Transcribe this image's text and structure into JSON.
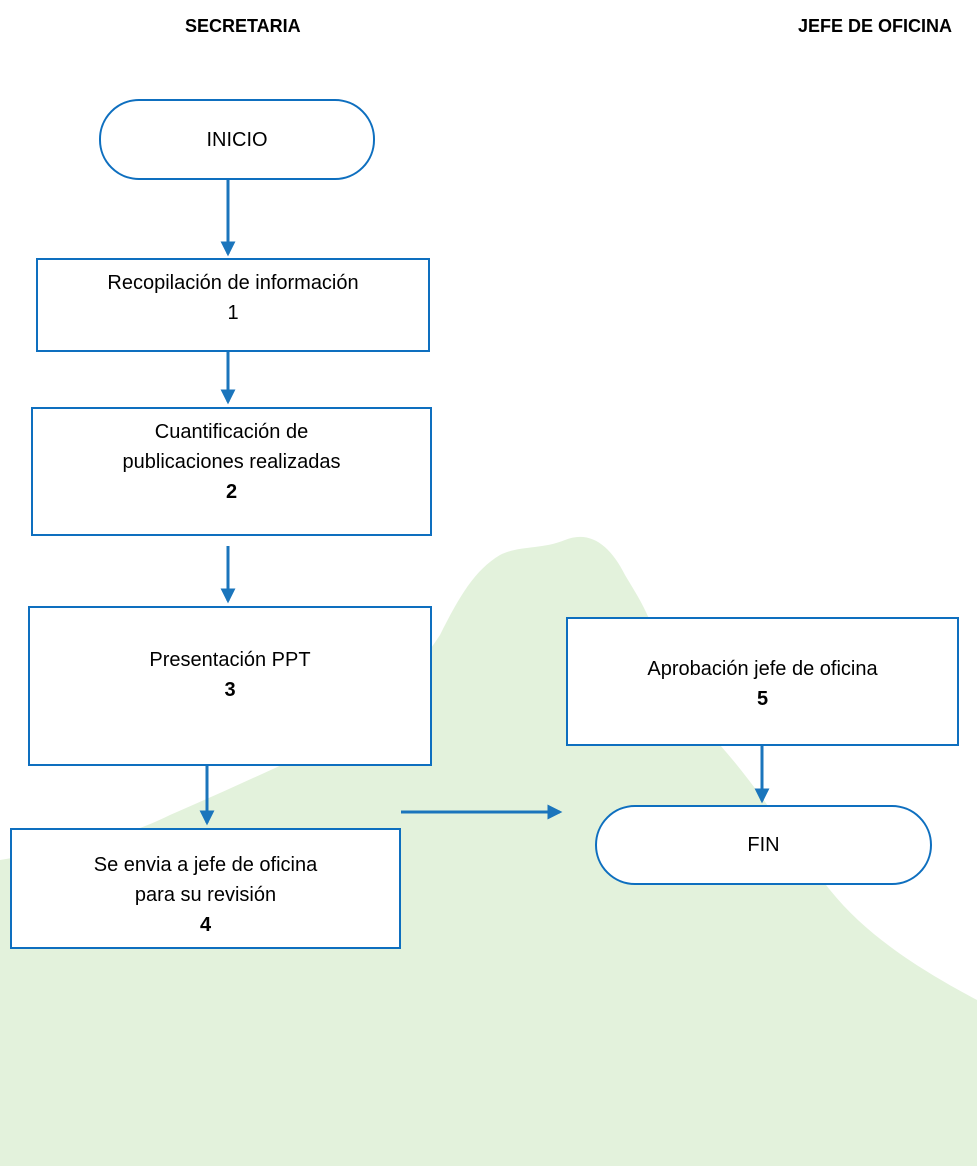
{
  "lanes": {
    "secretaria": "SECRETARIA",
    "jefe_de_oficina": "JEFE DE OFICINA"
  },
  "nodes": {
    "start": {
      "label": "INICIO"
    },
    "step1": {
      "line1": "Recopilación de información",
      "number": "1"
    },
    "step2": {
      "line1": "Cuantificación de",
      "line2": "publicaciones realizadas",
      "number": "2"
    },
    "step3": {
      "line1": "Presentación PPT",
      "number": "3"
    },
    "step4": {
      "line1": "Se envia a jefe de oficina",
      "line2": "para su revisión",
      "number": "4"
    },
    "step5": {
      "line1": "Aprobación jefe de oficina",
      "number": "5"
    },
    "end": {
      "label": "FIN"
    }
  },
  "colors": {
    "border": "#0e6fbf",
    "arrow": "#1b75bc",
    "watermark": "#e3f2dc"
  }
}
